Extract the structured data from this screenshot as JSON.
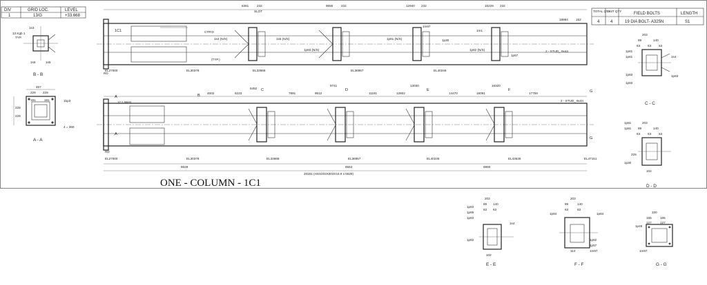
{
  "top_table": {
    "headers": [
      "DIV",
      "GRID LOC.",
      "LEVEL"
    ],
    "row": [
      "1",
      "13/G",
      "+33.668"
    ]
  },
  "right_table": {
    "headers": [
      "TOTAL QTY",
      "UNIT QTY",
      "FIELD BOLTS",
      "LENGTH"
    ],
    "row": [
      "4",
      "4",
      "19 DIA BOLT- A325N",
      "S1"
    ]
  },
  "title": "ONE - COLUMN - 1C1",
  "sections": {
    "bb": "B - B",
    "aa": "A - A",
    "cc": "C - C",
    "dd": "D - D",
    "ee": "E - E",
    "ff": "F - F",
    "gg": "G - G"
  },
  "labels": {
    "mark_1c1": "1C1",
    "west": "1C1 West",
    "rd_top": "RD",
    "rd_bot": "RD",
    "hss": "20151 (HSS203X203X15.9 x 6629)",
    "stud_top": "2 - STUD_ 9x44",
    "stud_bot": "2 - STUD_ 9x44",
    "cut_a": "A",
    "cut_b": "B",
    "cut_c": "C",
    "cut_d": "D",
    "cut_e": "E",
    "cut_f": "F",
    "cut_g": "G",
    "typ": "(TYP.)",
    "slot": "SLOT",
    "ctrd": "CTR'D"
  },
  "top_dims": [
    "6361",
    "232",
    "9650",
    "232",
    "12940",
    "232",
    "16229",
    "232",
    "19884",
    "152"
  ],
  "mid_dims": [
    "4602",
    "6223",
    "6452",
    "7891",
    "9512",
    "9741",
    "11181",
    "12802",
    "13030",
    "14470",
    "16091",
    "16320",
    "17759"
  ],
  "bottom_dims": [
    "6629",
    "6553",
    "6860"
  ],
  "elevations_top": [
    "EL27000",
    "EL30378",
    "EL33668",
    "EL36957",
    "EL40246"
  ],
  "elevations_bot": [
    "EL27000",
    "EL30378",
    "EL33668",
    "EL36957",
    "EL40246",
    "EL43536",
    "EL47151"
  ],
  "bolt_notes": [
    "1s4 (N/S)",
    "1s5 (N/S)",
    "1p83 (N/S)",
    "1p81 (N/S)",
    "1p30",
    "1m1",
    "1m97",
    "1p82 (N/S)",
    "1p57"
  ],
  "bb_notes": [
    "13 Kgb 1",
    "TYP.",
    "1s5",
    "1s5",
    "1s3"
  ],
  "aa_dims": [
    "457",
    "229",
    "229",
    "191",
    "191",
    "229",
    "229",
    "4 = 360",
    "1bp3"
  ],
  "cc_dims": [
    "203",
    "89",
    "140",
    "63",
    "63",
    "63",
    "1p81",
    "1p81",
    "1p83",
    "1p83",
    "1s4",
    "1p83"
  ],
  "dd_dims": [
    "203",
    "89",
    "140",
    "63",
    "63",
    "63",
    "1p81",
    "1p81",
    "1p30",
    "102",
    "229"
  ],
  "ee_dims": [
    "203",
    "89",
    "140",
    "63",
    "63",
    "1p83",
    "1p65",
    "1p83",
    "1p82",
    "102",
    "1s4"
  ],
  "ff_dims": [
    "203",
    "89",
    "140",
    "63",
    "63",
    "1p84",
    "1p84",
    "114",
    "1p82",
    "1p57",
    "1m97"
  ],
  "gg_dims": [
    "330",
    "165",
    "165",
    "127",
    "127",
    "1p48",
    "1m97"
  ]
}
